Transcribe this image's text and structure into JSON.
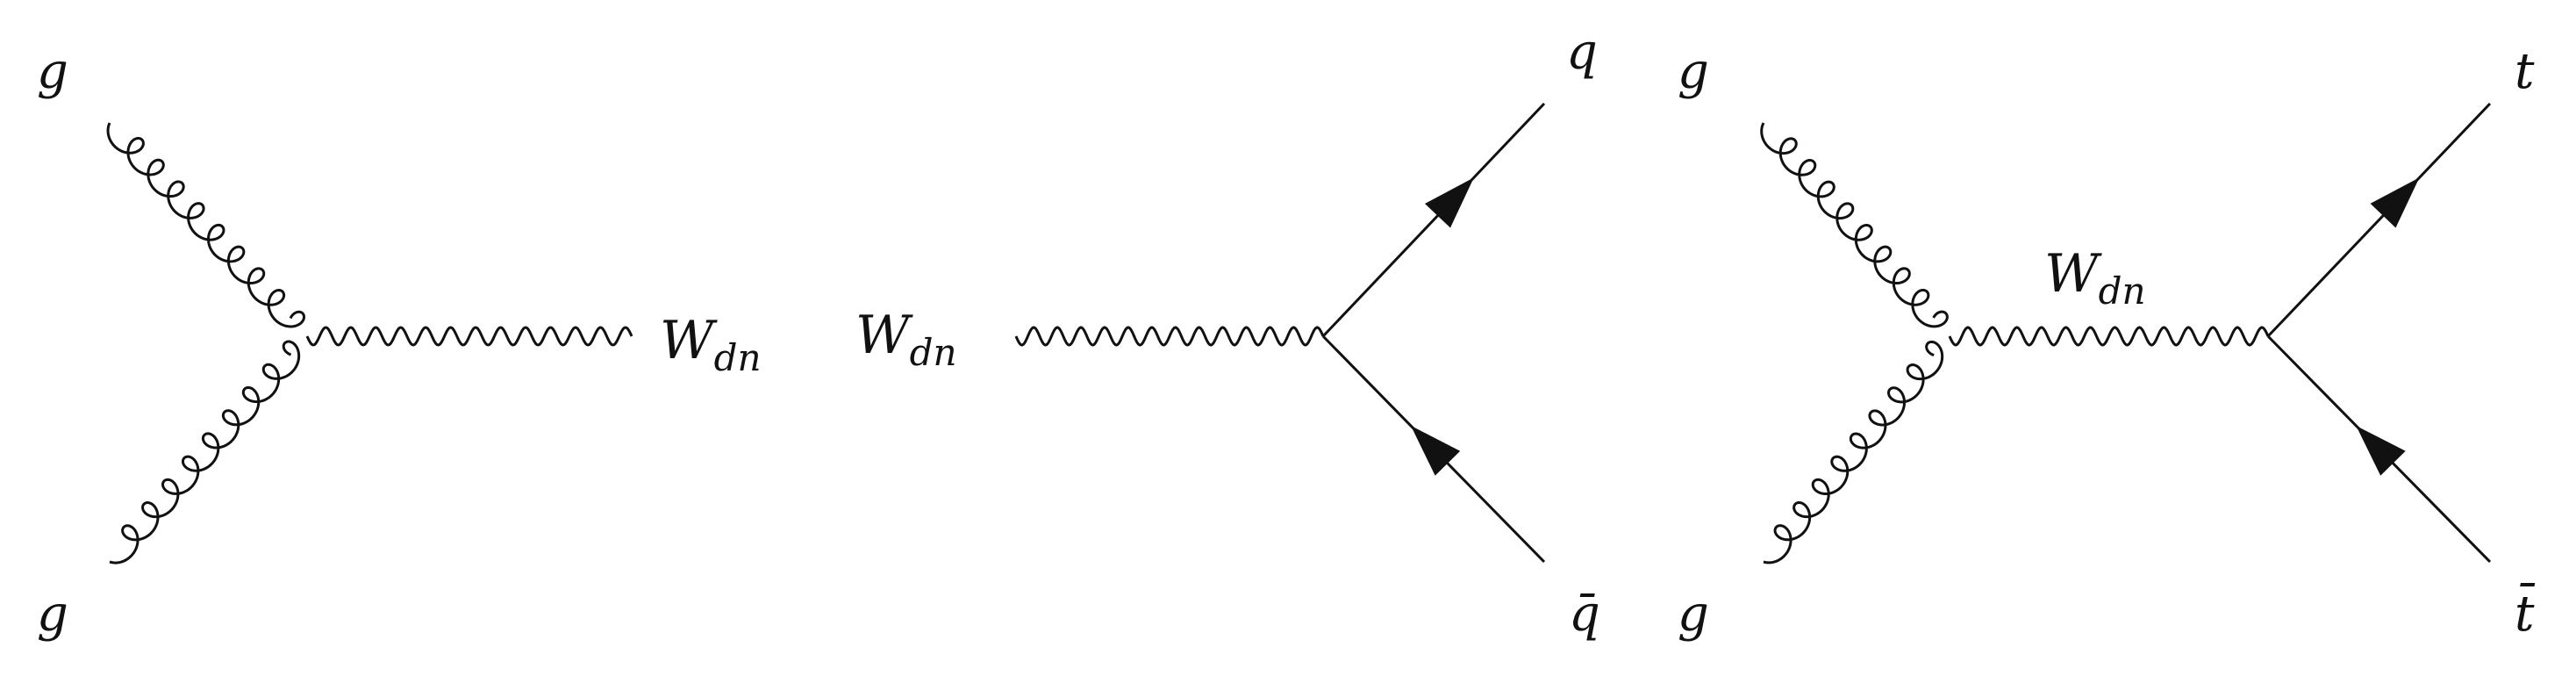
{
  "diagrams": [
    {
      "id": "gg-to-wdn",
      "labels": {
        "gluon_top": "g",
        "gluon_bottom": "g",
        "boson_main": "W",
        "boson_sub": "dn"
      }
    },
    {
      "id": "wdn-to-qqbar",
      "labels": {
        "boson_main": "W",
        "boson_sub": "dn",
        "quark_out": "q",
        "antiquark_out": "q̄"
      }
    },
    {
      "id": "gg-to-ttbar",
      "labels": {
        "gluon_top": "g",
        "gluon_bottom": "g",
        "boson_main": "W",
        "boson_sub": "dn",
        "top_out": "t",
        "antitop_out": "t̄"
      }
    }
  ],
  "colors": {
    "ink": "#111111",
    "background": "#ffffff"
  }
}
